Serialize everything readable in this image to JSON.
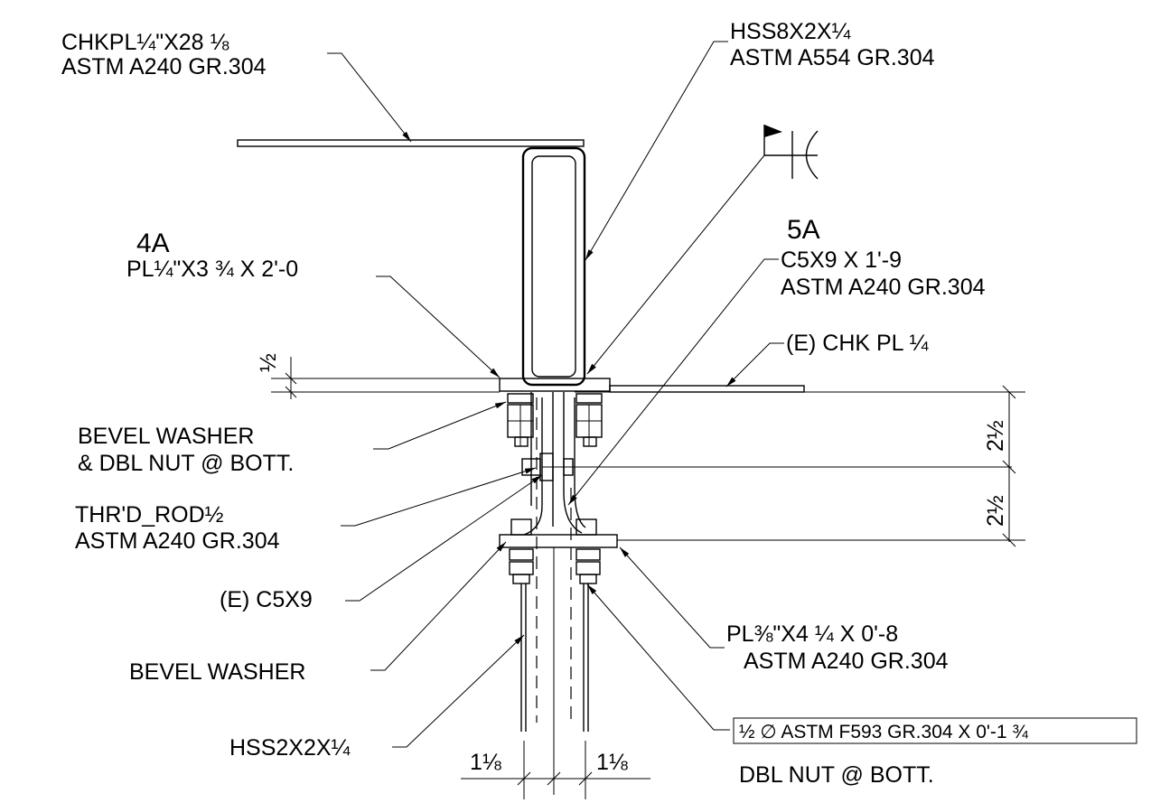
{
  "labels": {
    "chk_plate": [
      "CHKPL¼\"X28 ⅛",
      "ASTM A240 GR.304"
    ],
    "hss_main": [
      "HSS8X2X¼",
      "ASTM A554 GR.304"
    ],
    "mark_4a": "4A",
    "plate_4a": "PL¼\"X3 ¾ X 2'-0",
    "mark_5a": "5A",
    "channel_5a": [
      "C5X9 X 1'-9",
      "ASTM A240 GR.304"
    ],
    "existing_chk": "(E) CHK PL ¼",
    "bevel_dbl": [
      "BEVEL WASHER",
      "& DBL NUT @ BOTT."
    ],
    "rod": [
      "THR'D_ROD½",
      "ASTM A240 GR.304"
    ],
    "existing_channel": "(E) C5X9",
    "bevel": "BEVEL WASHER",
    "hss_post": "HSS2X2X¼",
    "plate_bottom": [
      "PL⅜\"X4 ¼ X 0'-8",
      "ASTM A240 GR.304"
    ],
    "bolt": "½ ∅ ASTM F593 GR.304 X 0'-1 ¾",
    "dbl_nut": "DBL NUT @ BOTT."
  },
  "dimensions": {
    "plate_thk": "½",
    "upper": "2½",
    "lower": "2½",
    "left_gap": "1⅛",
    "right_gap": "1⅛"
  }
}
